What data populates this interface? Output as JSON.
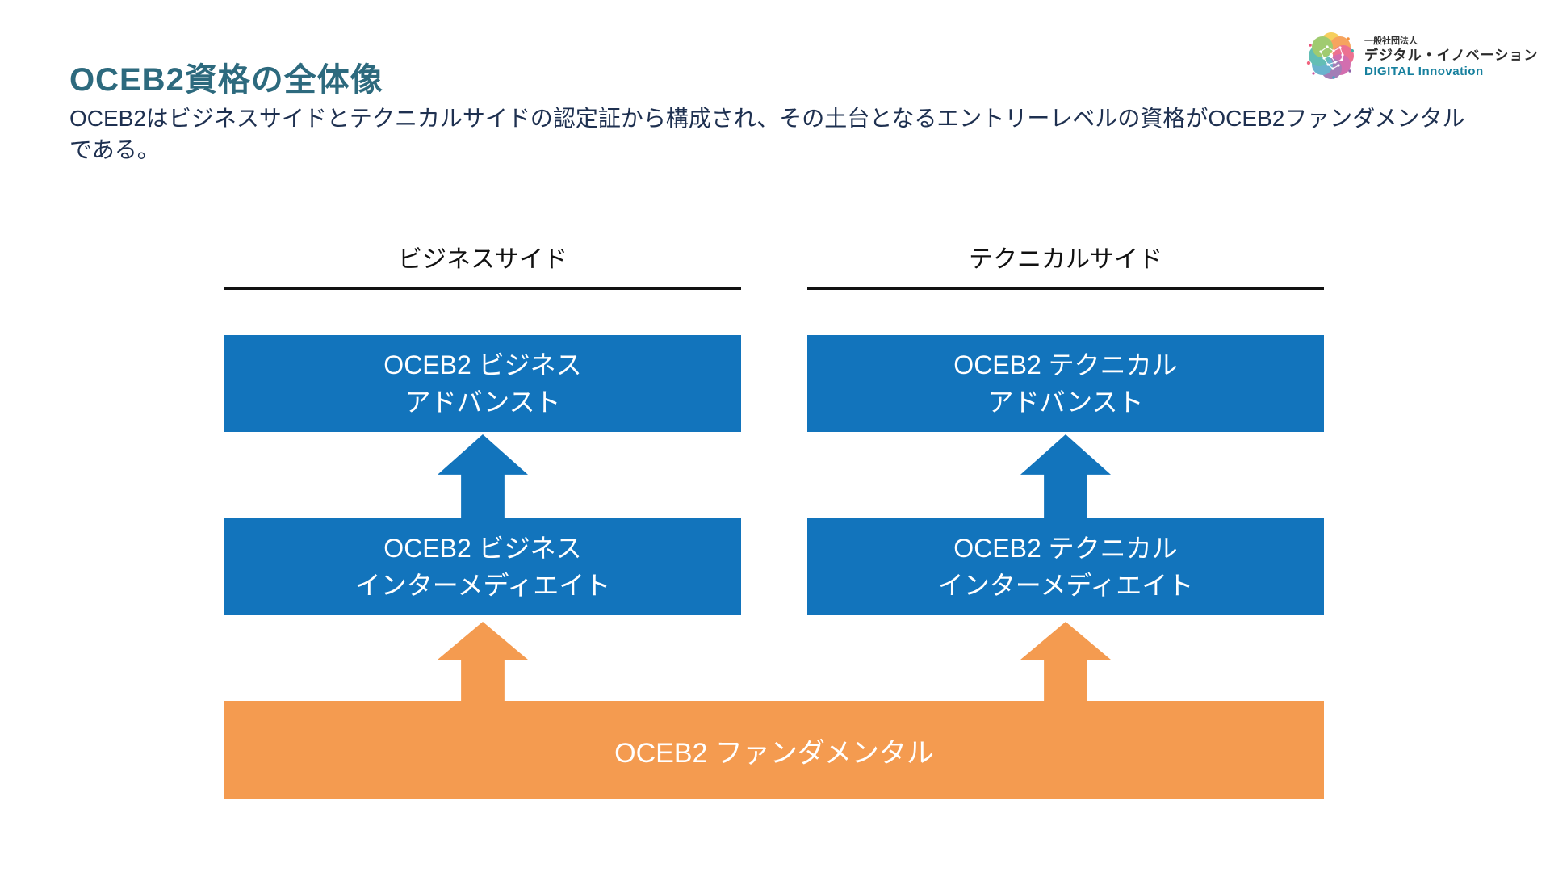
{
  "page": {
    "title": "OCEB2資格の全体像",
    "description": "OCEB2はビジネスサイドとテクニカルサイドの認定証から構成され、その土台となるエントリーレベルの資格がOCEB2ファンダメンタルである。"
  },
  "logo": {
    "mark": "brain-network-logo",
    "organization_type": "一般社団法人",
    "name_ja": "デジタル・イノベーション",
    "name_en": "DIGITAL Innovation"
  },
  "diagram": {
    "columns": [
      {
        "header": "ビジネスサイド",
        "levels": [
          {
            "line1": "OCEB2 ビジネス",
            "line2": "アドバンスト"
          },
          {
            "line1": "OCEB2 ビジネス",
            "line2": "インターメディエイト"
          }
        ]
      },
      {
        "header": "テクニカルサイド",
        "levels": [
          {
            "line1": "OCEB2 テクニカル",
            "line2": "アドバンスト"
          },
          {
            "line1": "OCEB2 テクニカル",
            "line2": "インターメディエイト"
          }
        ]
      }
    ],
    "foundation": {
      "label": "OCEB2 ファンダメンタル"
    },
    "colors": {
      "level_box_blue": "#1274bc",
      "foundation_orange": "#f49b50",
      "title_teal": "#2d6a7e",
      "body_navy": "#1e3050"
    }
  }
}
